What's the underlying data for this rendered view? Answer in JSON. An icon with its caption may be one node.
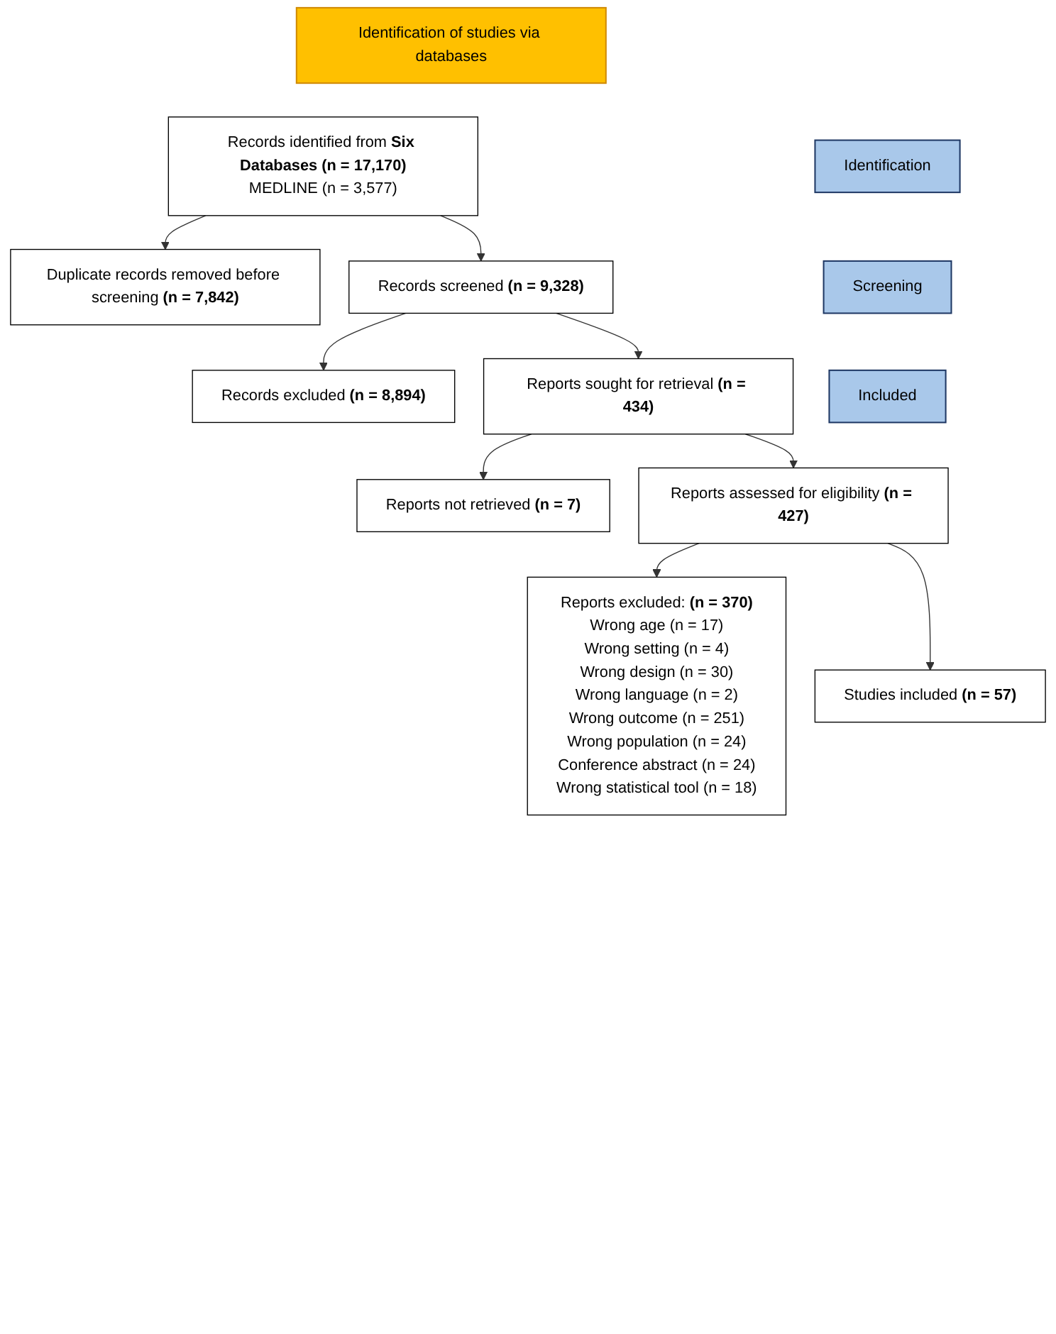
{
  "diagram": {
    "nodes": [
      {
        "text": [
          "Identification of studies via databases"
        ]
      },
      {
        "text": [
          "Identification"
        ]
      },
      {
        "text": [
          "Records identified from **Six Databases (n = 17,170)**",
          "MEDLINE (n = 3,577)"
        ]
      },
      {
        "text": [
          "Duplicate records removed before screening **(n = 7,842)**"
        ]
      },
      {
        "text": [
          "Screening"
        ]
      },
      {
        "text": [
          "Records screened **(n = 9,328)**"
        ]
      },
      {
        "text": [
          "Records excluded **(n = 8,894)**"
        ]
      },
      {
        "text": [
          "Reports sought for retrieval **(n = 434)**"
        ]
      },
      {
        "text": [
          "Reports not retrieved **(n = 7)**"
        ]
      },
      {
        "text": [
          "Reports assessed for eligibility **(n = 427)**"
        ]
      },
      {
        "text": [
          "Reports excluded: **(n = 370)**",
          "Wrong age (n = 17)",
          "Wrong setting (n = 4)",
          "Wrong design (n = 30)",
          "Wrong language (n = 2)",
          "Wrong outcome (n = 251)",
          "Wrong population (n = 24)",
          "Conference abstract (n = 24)",
          "Wrong statistical tool (n = 18)"
        ]
      },
      {
        "text": [
          "Included"
        ]
      },
      {
        "text": [
          "Studies included **(n = 57)**"
        ]
      }
    ],
    "edges": [
      {
        "from": 2,
        "to": 3,
        "arrow": "to"
      },
      {
        "from": 2,
        "to": 5,
        "arrow": "to"
      },
      {
        "from": 5,
        "to": 6,
        "arrow": "to"
      },
      {
        "from": 5,
        "to": 7,
        "arrow": "to"
      },
      {
        "from": 7,
        "to": 8,
        "arrow": "to"
      },
      {
        "from": 7,
        "to": 9,
        "arrow": "to"
      },
      {
        "from": 9,
        "to": 10,
        "arrow": "to"
      },
      {
        "from": 9,
        "to": 12,
        "arrow": "to"
      }
    ]
  }
}
